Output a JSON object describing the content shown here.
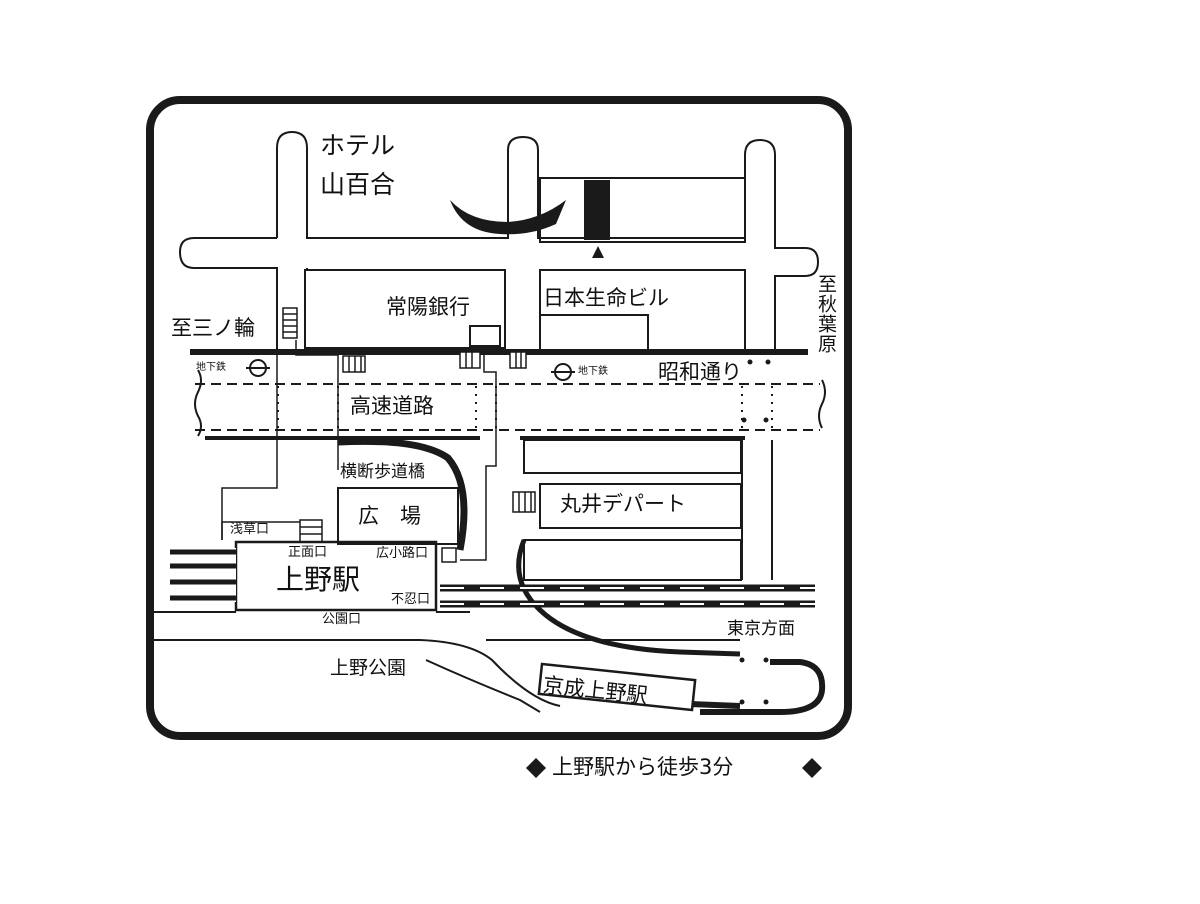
{
  "map": {
    "hotel_name_line1": "ホテル",
    "hotel_name_line2": "山百合",
    "landmarks": {
      "joyo_bank": "常陽銀行",
      "nissay_building": "日本生命ビル",
      "marui_department": "丸井デパート",
      "hiroba": "広　場",
      "expressway": "高速道路",
      "pedestrian_bridge": "横断歩道橋",
      "showa_dori": "昭和通り"
    },
    "subway_left": "地下鉄",
    "subway_right": "地下鉄",
    "directions": {
      "to_minowa": "至三ノ輪",
      "to_akihabara": "至秋葉原",
      "tokyo_direction": "東京方面"
    },
    "station": {
      "name": "上野駅",
      "main_exit": "正面口",
      "hirokoji_exit": "広小路口",
      "shinobazu_exit": "不忍口",
      "park_exit": "公園口",
      "asakusa_exit": "浅草口"
    },
    "ueno_park": "上野公園",
    "keisei_ueno": "京成上野駅"
  },
  "footer": {
    "walk_time": "上野駅から徒歩3分"
  }
}
